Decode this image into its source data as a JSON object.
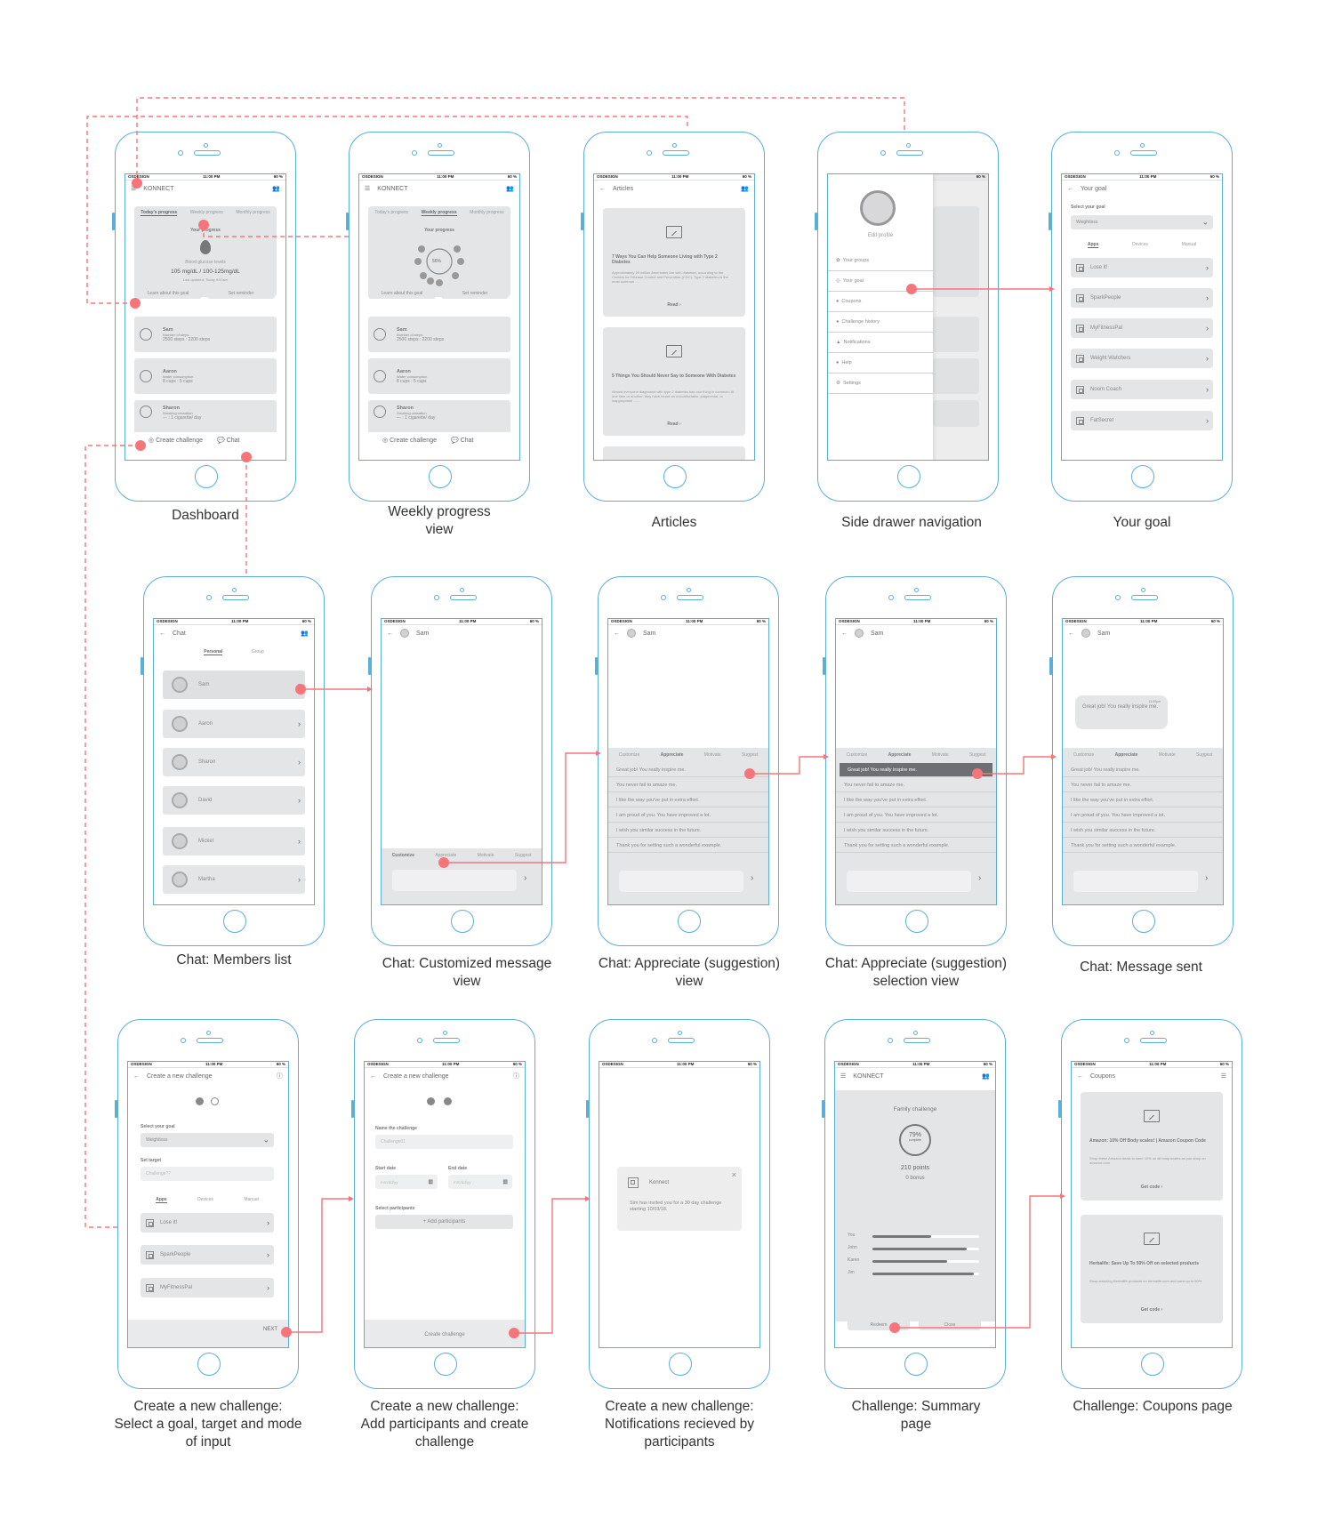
{
  "labels": {
    "dashboard": "Dashboard",
    "weekly_l1": "Weekly progress",
    "weekly_l2": "view",
    "articles": "Articles",
    "side_drawer": "Side drawer navigation",
    "your_goal": "Your goal",
    "members": "Chat: Members list",
    "customized_l1": "Chat: Customized message",
    "customized_l2": "view",
    "appreciate_l1": "Chat: Appreciate (suggestion)",
    "appreciate_l2": "view",
    "appsel_l1": "Chat: Appreciate (suggestion)",
    "appsel_l2": "selection view",
    "sent": "Chat: Message sent",
    "cc1_l1": "Create a new challenge:",
    "cc1_l2": "Select a goal, target and mode",
    "cc1_l3": "of input",
    "cc2_l1": "Create a new challenge:",
    "cc2_l2": "Add participants and create",
    "cc2_l3": "challenge",
    "cc3_l1": "Create a new challenge:",
    "cc3_l2": "Notifications recieved by",
    "cc3_l3": "participants",
    "summary_l1": "Challenge: Summary",
    "summary_l2": "page",
    "coupons": "Challenge: Coupons page"
  },
  "status": {
    "carrier": "OSDESIGN",
    "time": "11:00 PM",
    "battery": "60 %"
  },
  "app_name": "KONNECT",
  "dashboard": {
    "tabs": [
      "Today's progress",
      "Weekly progress",
      "Monthly progress"
    ],
    "progress_title": "Your progress",
    "metric": "Blood glucose levels",
    "value": "105 mg/dL / 100-125mg/dL",
    "updated": "Last updated: Today 9:00am",
    "learn": "Learn about this goal",
    "reminder": "Set reminder",
    "members": [
      {
        "name": "Sam",
        "metric": "Number of steps",
        "value": "2500 steps : 2200 steps"
      },
      {
        "name": "Aaron",
        "metric": "Water consumption",
        "value": "8 cups : 5 cups"
      },
      {
        "name": "Sharon",
        "metric": "Smoking cessation",
        "value": "--- : 1 cigarette/ day"
      }
    ],
    "create": "Create challenge",
    "chat": "Chat",
    "weekly_pct": "56%"
  },
  "articles": {
    "title": "Articles",
    "a1_title": "7 Ways You Can Help Someone Living with Type 2 Diabetes",
    "a1_body": "Approximately 29 million Americans live with diabetes, according to the Centers for Disease Control and Prevention (CDC). Type 2 diabetes is the most common ...",
    "a2_title": "5 Things You Should Never Say to Someone With Diabetes",
    "a2_body": "Almost everyone diagnosed with type 2 diabetes has one thing in common: At one time or another, they have heard an uncomfortable, judgmental, or inappropriate ......",
    "read": "Read"
  },
  "drawer": {
    "edit": "Edit profile",
    "items": [
      "Your groups",
      "Your goal",
      "Coupons",
      "Challenge history",
      "Notifications",
      "Help",
      "Settings"
    ]
  },
  "goal": {
    "title": "Your goal",
    "select_label": "Select your goal",
    "selected": "Weightloss",
    "tabs": [
      "Apps",
      "Devices",
      "Manual"
    ],
    "apps": [
      "Lose it!",
      "SparkPeople",
      "MyFitnessPal",
      "Weight Watchers",
      "Noom Coach",
      "FatSecret"
    ]
  },
  "chat": {
    "title": "Chat",
    "tabs": [
      "Personal",
      "Group"
    ],
    "members": [
      "Sam",
      "Aaron",
      "Sharon",
      "David",
      "Mickel",
      "Martha"
    ],
    "contact": "Sam",
    "modes": [
      "Customize",
      "Appreciate",
      "Motivate",
      "Suggest"
    ],
    "suggestions": [
      "Great job! You really inspire me.",
      "You never fail to amaze me.",
      "I like the way you've put in extra effort.",
      "I am proud of you. You have improved a lot.",
      "I wish you similar success in the future.",
      "Thank you for setting such a wonderful example."
    ],
    "sent_msg": "Great job! You really inspire me.",
    "sent_time": "11:00pm"
  },
  "challenge": {
    "title": "Create a new challenge",
    "select_goal": "Select your goal",
    "goal": "Weightloss",
    "set_target": "Set target",
    "target_ph": "Challenge??",
    "tabs": [
      "Apps",
      "Devices",
      "Manual"
    ],
    "apps": [
      "Lose it!",
      "SparkPeople",
      "MyFitnessPal"
    ],
    "next": "NEXT",
    "name_label": "Name the challenge",
    "name_ph": "Challenge01",
    "start": "Start date",
    "end": "End date",
    "start_ph": "mm/dd/yy",
    "end_ph": "mm/dd/yy",
    "participants": "Select participants",
    "add": "+ Add participants",
    "create": "Create challenge",
    "notif_app": "Konnect",
    "notif_msg": "Sim has invited you for a 30 day challenge starting 10/03/18."
  },
  "summary": {
    "title": "Family challenge",
    "pct": "79%",
    "complete": "complete",
    "points": "210 points",
    "bonus": "0 bonus",
    "names": [
      "You",
      "John",
      "Karen",
      "Jim"
    ],
    "values": [
      0.55,
      0.88,
      0.7,
      0.95
    ],
    "redeem": "Redeem",
    "close": "Close"
  },
  "coupons": {
    "title": "Coupons",
    "c1_title": "Amazon: 10% Off Body scales! | Amazon Coupon Code",
    "c1_body": "Shop these Amazon deals to save 10% on all body scales as you shop on amazon.com",
    "c2_title": "Herbalife: Save Up To 50% Off on selected products",
    "c2_body": "Shop amazing Herbalife products on herbalife.com and save up to 50%",
    "get": "Get code"
  },
  "colors": {
    "frame": "#5aaed8",
    "link": "#f5757b",
    "card": "#e4e5e7"
  }
}
